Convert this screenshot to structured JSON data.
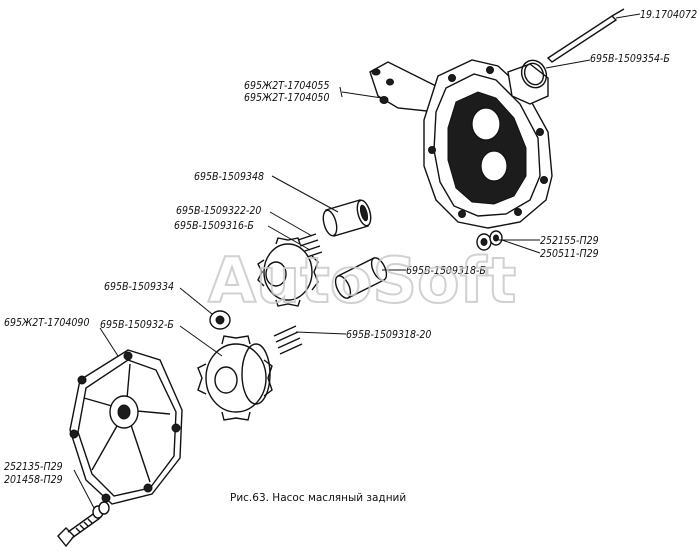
{
  "labels": {
    "p1": "19.1704072",
    "p2": "695В-1509354-Б",
    "p3a": "695Ж2Т-1704055",
    "p3b": "695Ж2Т-1704050",
    "p4": "695В-1509348",
    "p5": "695В-1509322-20",
    "p6": "695В-1509316-Б",
    "p7": "252155-П29",
    "p8": "250511-П29",
    "p9": "695В-1509318-Б",
    "p10": "695В-1509334",
    "p11": "695Ж2Т-1704090",
    "p12": "695В-150932-Б",
    "p13": "695В-1509318-20",
    "p14a": "252135-П29",
    "p14b": "201458-П29"
  },
  "caption": "Рис.63. Насос масляный задний",
  "watermark": "AutoSoft"
}
